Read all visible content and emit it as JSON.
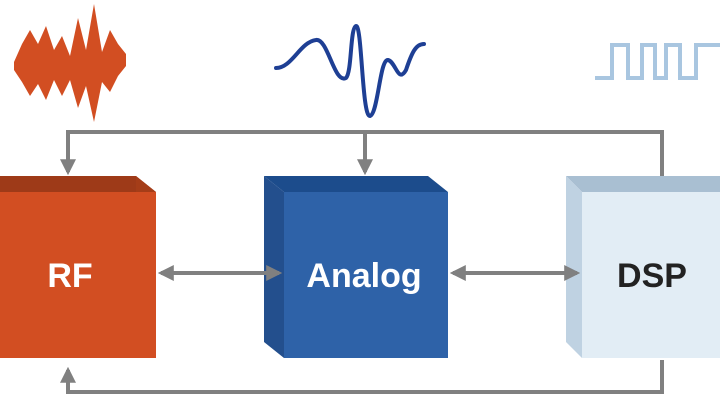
{
  "blocks": [
    {
      "id": "rf",
      "label": "RF",
      "color": "#d24e22",
      "text_color": "#ffffff"
    },
    {
      "id": "analog",
      "label": "Analog",
      "color": "#2e62a8",
      "text_color": "#ffffff"
    },
    {
      "id": "dsp",
      "label": "DSP",
      "color": "#e2edf5",
      "text_color": "#222222"
    }
  ],
  "connectors": {
    "color": "#808080"
  },
  "signals": {
    "rf_noise": {
      "color": "#d24e22",
      "icon": "rf-noise-waveform-icon"
    },
    "analog_wave": {
      "color": "#1e3f94",
      "icon": "analog-sine-waveform-icon"
    },
    "digital_pulse": {
      "color": "#a9c6e0",
      "icon": "digital-square-waveform-icon"
    }
  }
}
